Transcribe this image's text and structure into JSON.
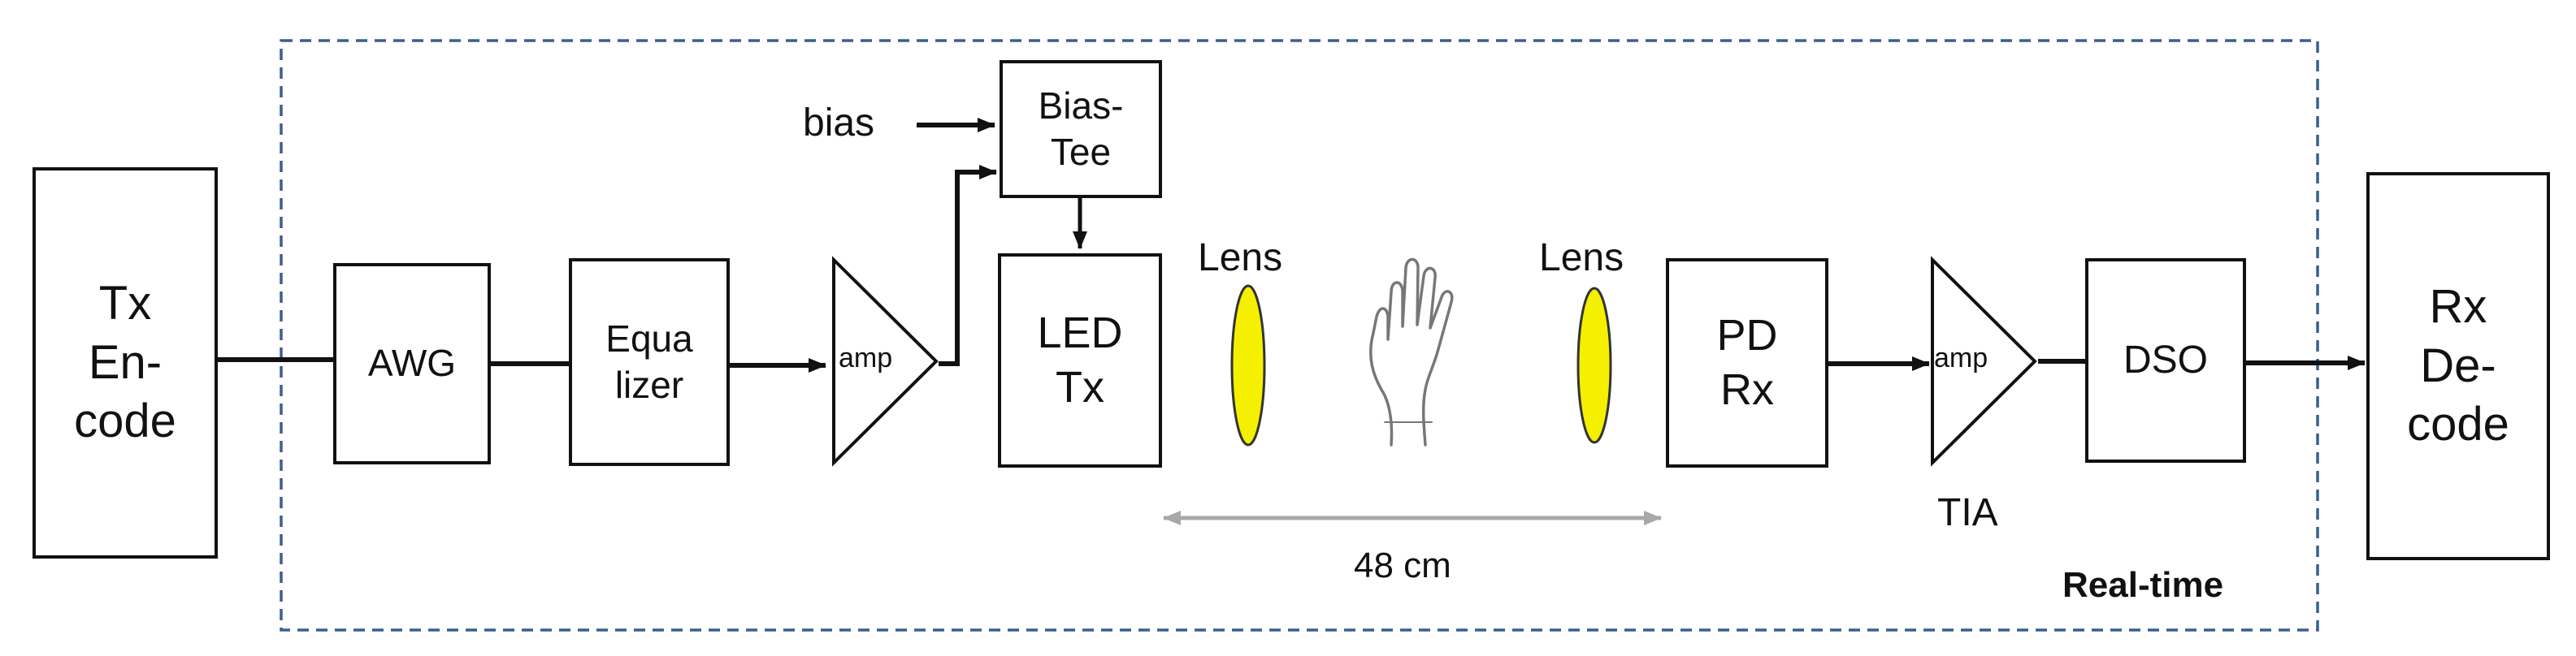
{
  "blocks": {
    "tx_encode": "Tx\nEn-\ncode",
    "awg": "AWG",
    "equalizer": "Equa\nlizer",
    "amp_tx": "amp",
    "bias_tee": "Bias-\nTee",
    "led_tx": "LED\nTx",
    "pd_rx": "PD\nRx",
    "amp_rx": "amp",
    "dso": "DSO",
    "rx_decode": "Rx\nDe-\ncode"
  },
  "labels": {
    "bias": "bias",
    "lens_left": "Lens",
    "lens_right": "Lens",
    "tia": "TIA",
    "distance": "48 cm",
    "real_time": "Real-time"
  },
  "colors": {
    "lens_fill": "#f4f000",
    "dashed_border": "#3a5f8f",
    "distance_arrow": "#a8a8a8",
    "line": "#111111"
  },
  "icons": {
    "hand": "hand-icon"
  }
}
